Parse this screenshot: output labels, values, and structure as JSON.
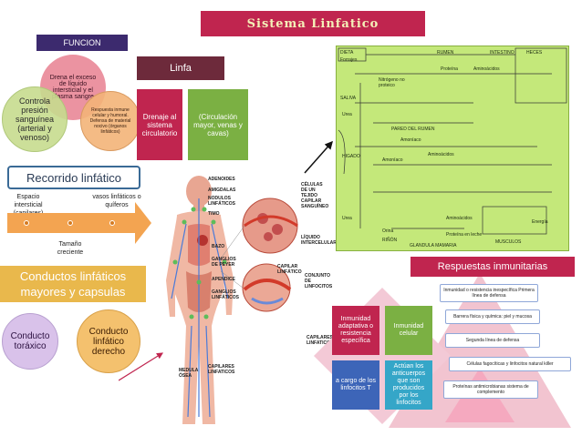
{
  "title": "Sistema Linfatico",
  "funcion": {
    "header": "FUNCION",
    "pink": "Drena el exceso de líquido intersticial y el plasma sangre",
    "green": "Controla presión sanguínea (arterial y venoso)",
    "orange": "Respuesta inmune celular y humoral. Defensa de material nocivo (órganos linfáticos)"
  },
  "recorrido": {
    "title": "Recorrido linfático",
    "items": [
      "Espacio intersticial (capilares)",
      "vasos linfáticos o quíferos",
      "Tamaño creciente"
    ]
  },
  "conductos": {
    "title": "Conductos linfáticos mayores y capsulas",
    "items": [
      "Conducto toráxico",
      "Conducto linfático derecho"
    ]
  },
  "linfa": {
    "header": "Linfa",
    "drenaje": "Drenaje al sistema circulatorio",
    "circulacion": "(Circulación mayor, venas y cavas)"
  },
  "body_labels": [
    "ADENOIDES",
    "AMIGDALAS",
    "NODULOS LINFÁTICOS",
    "TIMO",
    "BAZO",
    "GANGLIOS DE PEYER",
    "APENDICE",
    "GANGLIOS LINFÁTICOS",
    "MEDULA ÓSEA",
    "CAPILARES LINFATICOS",
    "CAPILARES LINFATICOS",
    "CÉLULAS DE UN TEJIDO",
    "CAPILAR SANGUÍNEO",
    "LÍQUIDO INTERCELULAR",
    "CAPILAR LINFÁTICO",
    "CONJUNTO DE LINFOCITOS"
  ],
  "green_diagram": {
    "labels": [
      "DIETA",
      "Forrajes",
      "RUMEN",
      "INTESTINO",
      "HECES",
      "Proteína",
      "Aminoácidos",
      "Nitrógeno no proteico",
      "SALIVA",
      "Urea",
      "PARED DEL RUMEN",
      "HIGADO",
      "Amoníaco",
      "Amoníaco",
      "Aminoácidos",
      "RIÑÓN",
      "Orina",
      "GLANDULA MAMARIA",
      "Proteína en leche",
      "MUSCULOS",
      "Energía",
      "Urea",
      "Aminoácidos"
    ]
  },
  "respuestas": {
    "header": "Respuestas inmunitarias",
    "quadrants": [
      "Inmunidad adaptativa o resistencia específica",
      "Inmunidad celular",
      "a cargo de los linfocitos T",
      "Actúan los anticuerpos que son producidos por los linfocitos"
    ],
    "list": [
      "Inmunidad o resistencia inespecífica Primera línea de defensa",
      "Barrera física y química: piel y mucosa",
      "Segunda línea de defensa",
      "Células fagocíticas y linfocitos natural killer",
      "Proteínas antimicrobianas sistema de complemento"
    ]
  },
  "colors": {
    "title_bg": "#c0254f",
    "title_fg": "#f4f0b8",
    "funcion_bg": "#3c2a6e",
    "linfa_bg": "#6d2a3b",
    "green_box": "#7bb043",
    "conductos_bg": "#e9b84c",
    "diagram_bg": "#c4e87a"
  }
}
